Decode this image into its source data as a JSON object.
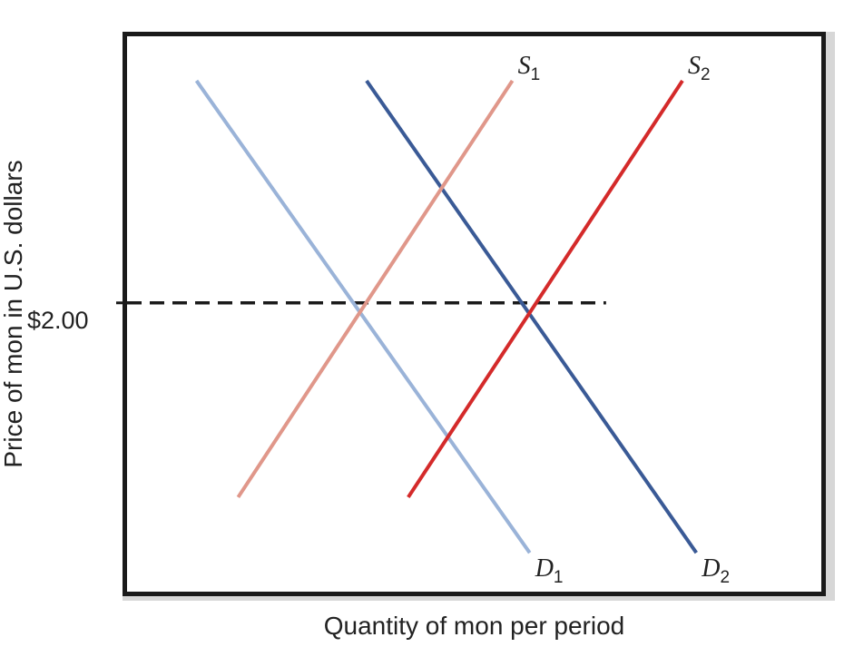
{
  "chart_data": {
    "type": "line",
    "title": "",
    "xlabel": "Quantity of mon per period",
    "ylabel": "Price of mon in U.S. dollars",
    "xlim": [
      0,
      100
    ],
    "ylim": [
      0,
      100
    ],
    "grid": false,
    "price_line": {
      "label": "$2.00",
      "y": 52
    },
    "series": [
      {
        "name": "D₁",
        "base": "D",
        "sub": "1",
        "color": "#9ab3d8",
        "width": 4,
        "x": [
          10,
          58
        ],
        "y": [
          92,
          7
        ]
      },
      {
        "name": "D₂",
        "base": "D",
        "sub": "2",
        "color": "#3a5a96",
        "width": 4,
        "x": [
          34.5,
          82
        ],
        "y": [
          92,
          7
        ]
      },
      {
        "name": "S₁",
        "base": "S",
        "sub": "1",
        "color": "#e0978a",
        "width": 4,
        "x": [
          16,
          55.5
        ],
        "y": [
          17,
          92
        ]
      },
      {
        "name": "S₂",
        "base": "S",
        "sub": "2",
        "color": "#d42a2a",
        "width": 4,
        "x": [
          40.5,
          80
        ],
        "y": [
          17,
          92
        ]
      }
    ]
  }
}
